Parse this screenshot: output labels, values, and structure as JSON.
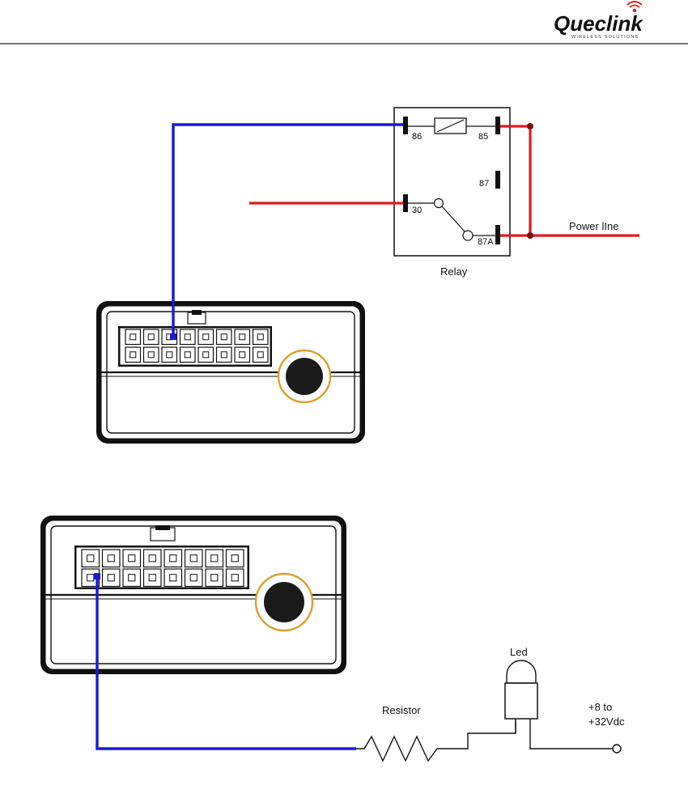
{
  "header": {
    "logo_text": "Queclink",
    "logo_subtitle": "WIRELESS SOLUTIONS"
  },
  "relay": {
    "label": "Relay",
    "pins": {
      "p86": "86",
      "p85": "85",
      "p87": "87",
      "p30": "30",
      "p87a": "87A"
    }
  },
  "labels": {
    "power_line": "Power lIne",
    "resistor": "Resistor",
    "led": "Led",
    "supply_line1": "+8 to",
    "supply_line2": "+32Vdc"
  },
  "colors": {
    "signal_wire": "#1a1ad6",
    "power_wire": "#e01b1b",
    "device_body": "#111111",
    "button_ring": "#d9a030"
  },
  "icons": {
    "header": "queclink-logo-icon",
    "device": "tracker-device-icon",
    "relay": "relay-icon",
    "resistor": "resistor-icon",
    "led": "led-icon"
  }
}
